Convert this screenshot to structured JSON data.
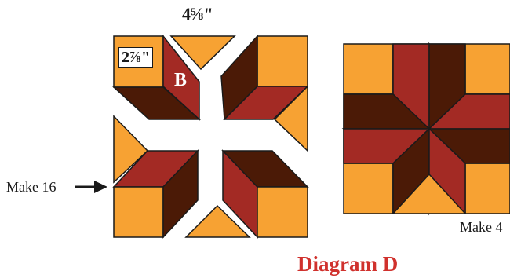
{
  "colors": {
    "orange": "#F7A233",
    "red": "#A32A24",
    "brown": "#4B1A06",
    "outline": "#1a1a1a",
    "title": "#D0312D"
  },
  "labels": {
    "dimension_top": "4⅝\"",
    "dimension_left": "2⅞\"",
    "patch_label": "B",
    "make_left": "Make 16",
    "make_right": "Make 4",
    "title": "Diagram D"
  }
}
